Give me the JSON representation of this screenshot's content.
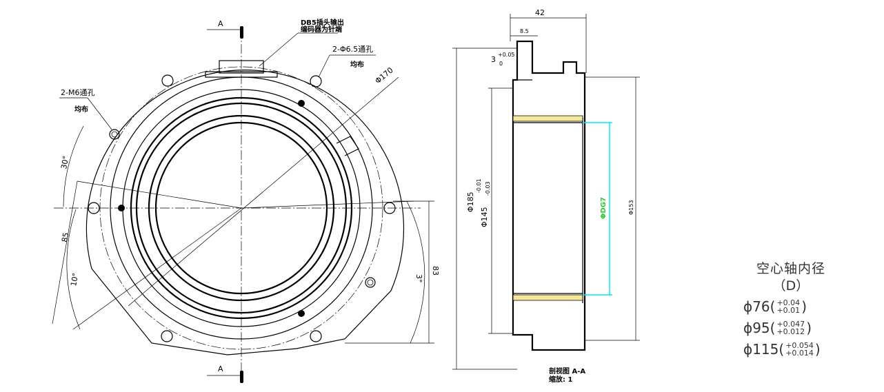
{
  "front_view": {
    "section_mark_top": "A",
    "section_mark_bottom": "A",
    "connector_note_line1": "DB5插头输出",
    "connector_note_line2": "编码器为针端",
    "through_hole_label": "2-Φ6.5通孔",
    "through_hole_sub": "均布",
    "thread_hole_label": "2-M6通孔",
    "thread_hole_sub": "均布",
    "dia_170": "Φ170",
    "angle_30": "30°",
    "dim_85": "85",
    "angle_10": "10°",
    "angle_3": "3°",
    "dim_83": "83"
  },
  "section_view": {
    "width_42": "42",
    "width_8_5": "8.5",
    "step_3": "3",
    "tol_upper": "+0.05",
    "tol_lower": "0",
    "dia_185": "Φ185",
    "dia_145": "Φ145",
    "dia_145_tol_a": "-0.01",
    "dia_145_tol_b": "-0.03",
    "dia_bore": "ΦDG7",
    "dia_153": "Φ153",
    "caption_line1": "剖视图 A-A",
    "caption_line2": "缩放: 1"
  },
  "spec_panel": {
    "title": "空心轴内径",
    "subtitle": "（D）",
    "rows": [
      {
        "symbol": "ϕ",
        "value": "76(",
        "upper": "+0.04",
        "lower": "+0.01",
        "close": ")"
      },
      {
        "symbol": "ϕ",
        "value": "95(",
        "upper": "+0.047",
        "lower": "+0.012",
        "close": ")"
      },
      {
        "symbol": "ϕ",
        "value": "115(",
        "upper": "+0.054",
        "lower": "+0.014",
        "close": ")"
      }
    ]
  },
  "colors": {
    "line": "#000000",
    "bore_dimension": "#00e5ff",
    "bore_label": "#2ecc2e",
    "hatch": "#f3e79a"
  }
}
